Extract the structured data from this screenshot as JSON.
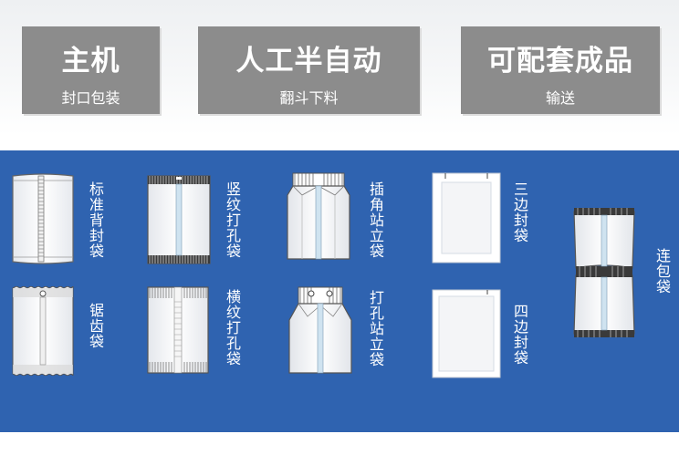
{
  "header": {
    "cards": [
      {
        "title": "主机",
        "subtitle": "封口包装"
      },
      {
        "title": "人工半自动",
        "subtitle": "翻斗下料"
      },
      {
        "title": "可配套成品",
        "subtitle": "输送"
      }
    ]
  },
  "bag_types": [
    {
      "label": "标准背封袋",
      "icon": "back-seal-bag-icon"
    },
    {
      "label": "竖纹打孔袋",
      "icon": "vertical-stripe-punched-bag-icon"
    },
    {
      "label": "插角站立袋",
      "icon": "gusset-standing-bag-icon"
    },
    {
      "label": "三边封袋",
      "icon": "three-side-seal-bag-icon"
    },
    {
      "label": "锯齿袋",
      "icon": "serrated-bag-icon"
    },
    {
      "label": "横纹打孔袋",
      "icon": "horizontal-stripe-punched-bag-icon"
    },
    {
      "label": "打孔站立袋",
      "icon": "punched-standing-bag-icon"
    },
    {
      "label": "四边封袋",
      "icon": "four-side-seal-bag-icon"
    },
    {
      "label": "连包袋",
      "icon": "linked-bag-icon"
    }
  ],
  "colors": {
    "panel": "#2f63b0",
    "card": "#8c8c8c"
  }
}
